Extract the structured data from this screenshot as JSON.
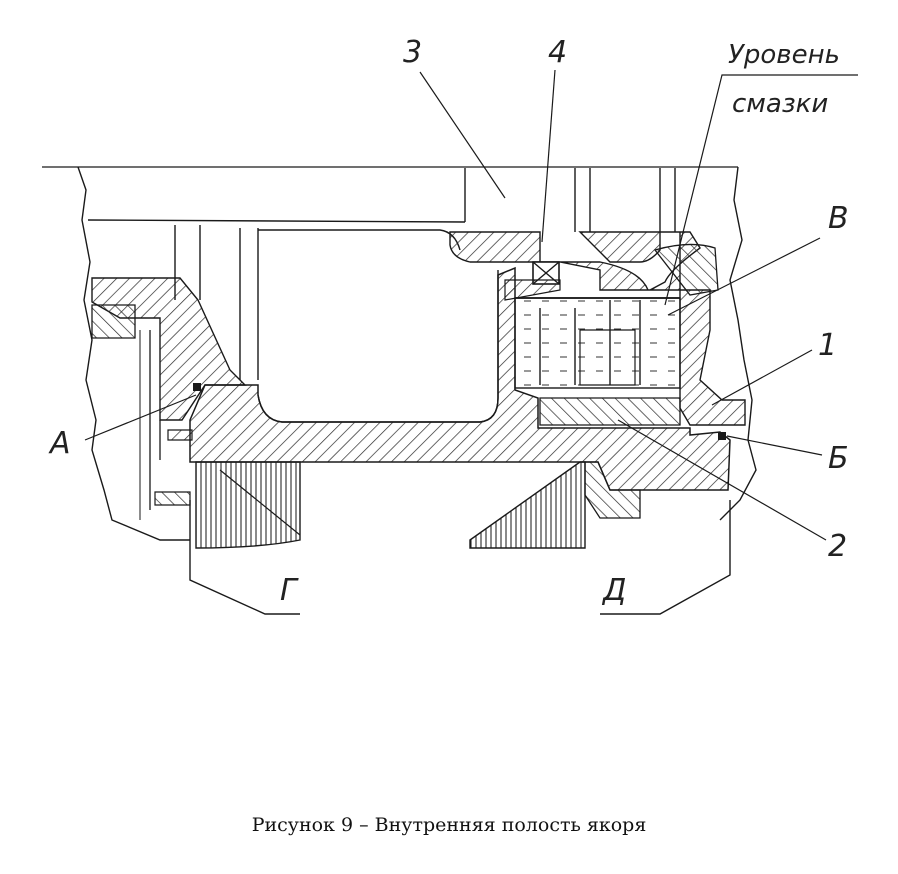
{
  "callouts": {
    "n1": "1",
    "n2": "2",
    "n3": "3",
    "n4": "4",
    "a": "А",
    "b": "Б",
    "v": "В",
    "g": "Г",
    "d": "Д",
    "level_line1": "Уровень",
    "level_line2": "смазки"
  },
  "caption": "Рисунок 9 – Внутренняя полость якоря",
  "colors": {
    "ink": "#1a1a1a",
    "hatch": "#2a2a2a",
    "paper": "#ffffff"
  }
}
